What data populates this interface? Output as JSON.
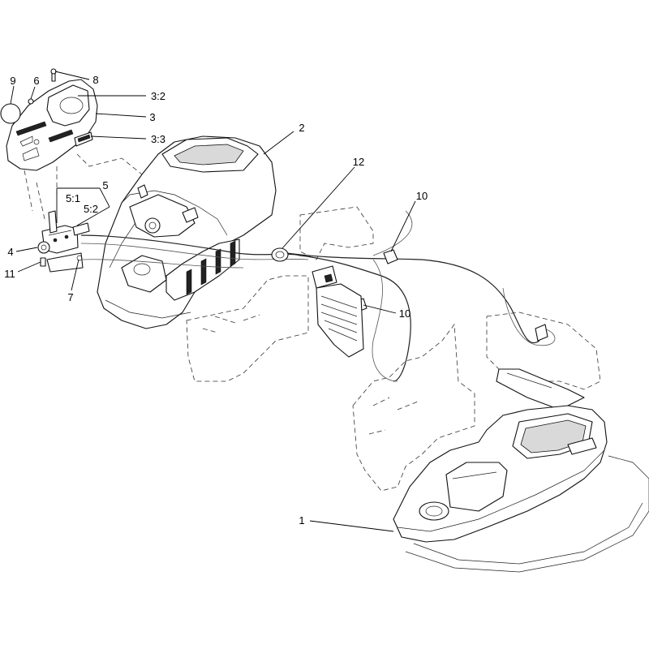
{
  "callouts": [
    {
      "id": "c9",
      "label": "9"
    },
    {
      "id": "c6",
      "label": "6"
    },
    {
      "id": "c8",
      "label": "8"
    },
    {
      "id": "c3_2",
      "label": "3:2"
    },
    {
      "id": "c3",
      "label": "3"
    },
    {
      "id": "c3_3",
      "label": "3:3"
    },
    {
      "id": "c2",
      "label": "2"
    },
    {
      "id": "c12",
      "label": "12"
    },
    {
      "id": "c10a",
      "label": "10"
    },
    {
      "id": "c5",
      "label": "5"
    },
    {
      "id": "c5_1",
      "label": "5:1"
    },
    {
      "id": "c5_2",
      "label": "5:2"
    },
    {
      "id": "c4",
      "label": "4"
    },
    {
      "id": "c11",
      "label": "11"
    },
    {
      "id": "c7",
      "label": "7"
    },
    {
      "id": "c10b",
      "label": "10"
    },
    {
      "id": "c1",
      "label": "1"
    }
  ],
  "colors": {
    "line": "#111111",
    "background": "#ffffff"
  }
}
